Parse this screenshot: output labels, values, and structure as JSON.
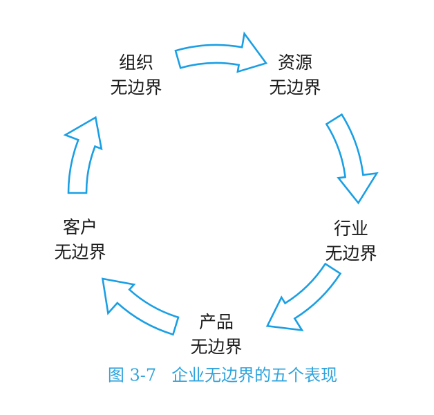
{
  "figure": {
    "caption_number": "图 3-7",
    "caption_title": "企业无边界的五个表现"
  },
  "colors": {
    "arrow": "#1A9FE4",
    "caption": "#2FA3DC",
    "text": "#1B1B1B",
    "background": "#FFFFFF"
  },
  "diagram": {
    "type": "cycle",
    "direction": "clockwise",
    "nodes": [
      {
        "id": "organization",
        "line1": "组织",
        "line2": "无边界",
        "label": "组织无边界",
        "position": "top-left"
      },
      {
        "id": "resources",
        "line1": "资源",
        "line2": "无边界",
        "label": "资源无边界",
        "position": "top-right"
      },
      {
        "id": "industry",
        "line1": "行业",
        "line2": "无边界",
        "label": "行业无边界",
        "position": "right"
      },
      {
        "id": "product",
        "line1": "产品",
        "line2": "无边界",
        "label": "产品无边界",
        "position": "bottom"
      },
      {
        "id": "customer",
        "line1": "客户",
        "line2": "无边界",
        "label": "客户无边界",
        "position": "left"
      }
    ],
    "edges": [
      {
        "from": "组织无边界",
        "to": "资源无边界"
      },
      {
        "from": "资源无边界",
        "to": "行业无边界"
      },
      {
        "from": "行业无边界",
        "to": "产品无边界"
      },
      {
        "from": "产品无边界",
        "to": "客户无边界"
      },
      {
        "from": "客户无边界",
        "to": "组织无边界"
      }
    ]
  }
}
